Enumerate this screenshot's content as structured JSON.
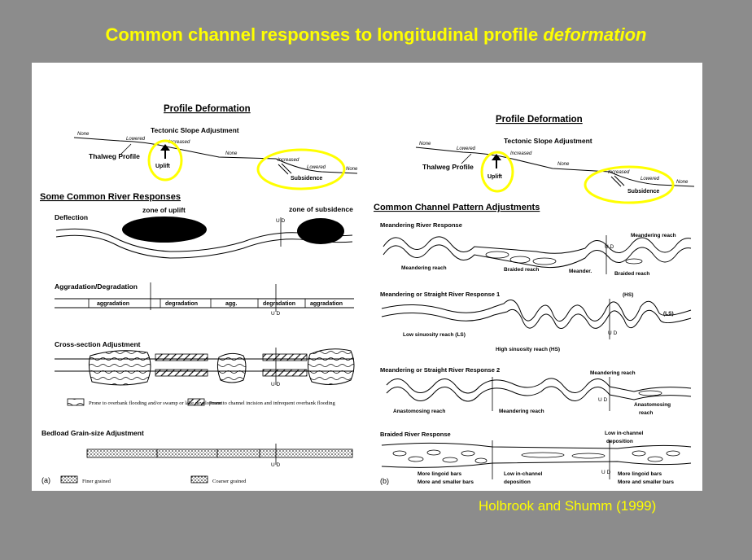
{
  "slide": {
    "title_main": "Common channel responses to longitudinal profile ",
    "title_emph": "deformation",
    "citation": "Holbrook and Shumm (1999)"
  },
  "left": {
    "profile_title": "Profile Deformation",
    "tectonic": "Tectonic Slope Adjustment",
    "none": "None",
    "lowered": "Lowered",
    "increased": "Increased",
    "thalweg": "Thalweg Profile",
    "uplift": "Uplift",
    "subsidence": "Subsidence",
    "responses_title": "Some Common River Responses",
    "deflection": "Deflection",
    "zone_uplift": "zone of uplift",
    "zone_subsidence": "zone of subsidence",
    "ud": "U D",
    "aggdeg_title": "Aggradation/Degradation",
    "seg_aggradation": "aggradation",
    "seg_degradation": "degradation",
    "seg_agg": "agg.",
    "cross_title": "Cross-section Adjustment",
    "legend_overbank": "Prone to overbank flooding and/or swamp or lake development",
    "legend_incision": "Prone to channel incision and infrequent overbank flooding",
    "bedload_title": "Bedload Grain-size Adjustment",
    "label_a": "(a)",
    "finer": "Finer grained",
    "coarser": "Coarser grained"
  },
  "right": {
    "profile_title": "Profile Deformation",
    "tectonic": "Tectonic Slope Adjustment",
    "none": "None",
    "lowered": "Lowered",
    "increased": "Increased",
    "thalweg": "Thalweg Profile",
    "uplift": "Uplift",
    "subsidence": "Subsidence",
    "pattern_title": "Common Channel Pattern Adjustments",
    "meander_resp": "Meandering River Response",
    "meander_reach": "Meandering reach",
    "braided_reach": "Braided reach",
    "meander_abbr": "Meander.",
    "ms1_title": "Meandering or Straight River Response 1",
    "hs": "(HS)",
    "ls": "(LS)",
    "low_sin": "Low sinuosity reach (LS)",
    "high_sin": "High sinuosity reach (HS)",
    "ms2_title": "Meandering or Straight River Response 2",
    "anast_reach": "Anastomosing reach",
    "anast_reach2": "Anastomosing",
    "reach": "reach",
    "braided_resp": "Braided River Response",
    "low_inch": "Low in-channel",
    "deposition": "deposition",
    "more_bars": "More lingoid bars",
    "more_smaller": "More and smaller bars",
    "label_b": "(b)",
    "ud": "U D"
  },
  "colors": {
    "background": "#8c8c8c",
    "title": "#ffff00",
    "highlight": "#ffff00",
    "ink": "#000000"
  }
}
